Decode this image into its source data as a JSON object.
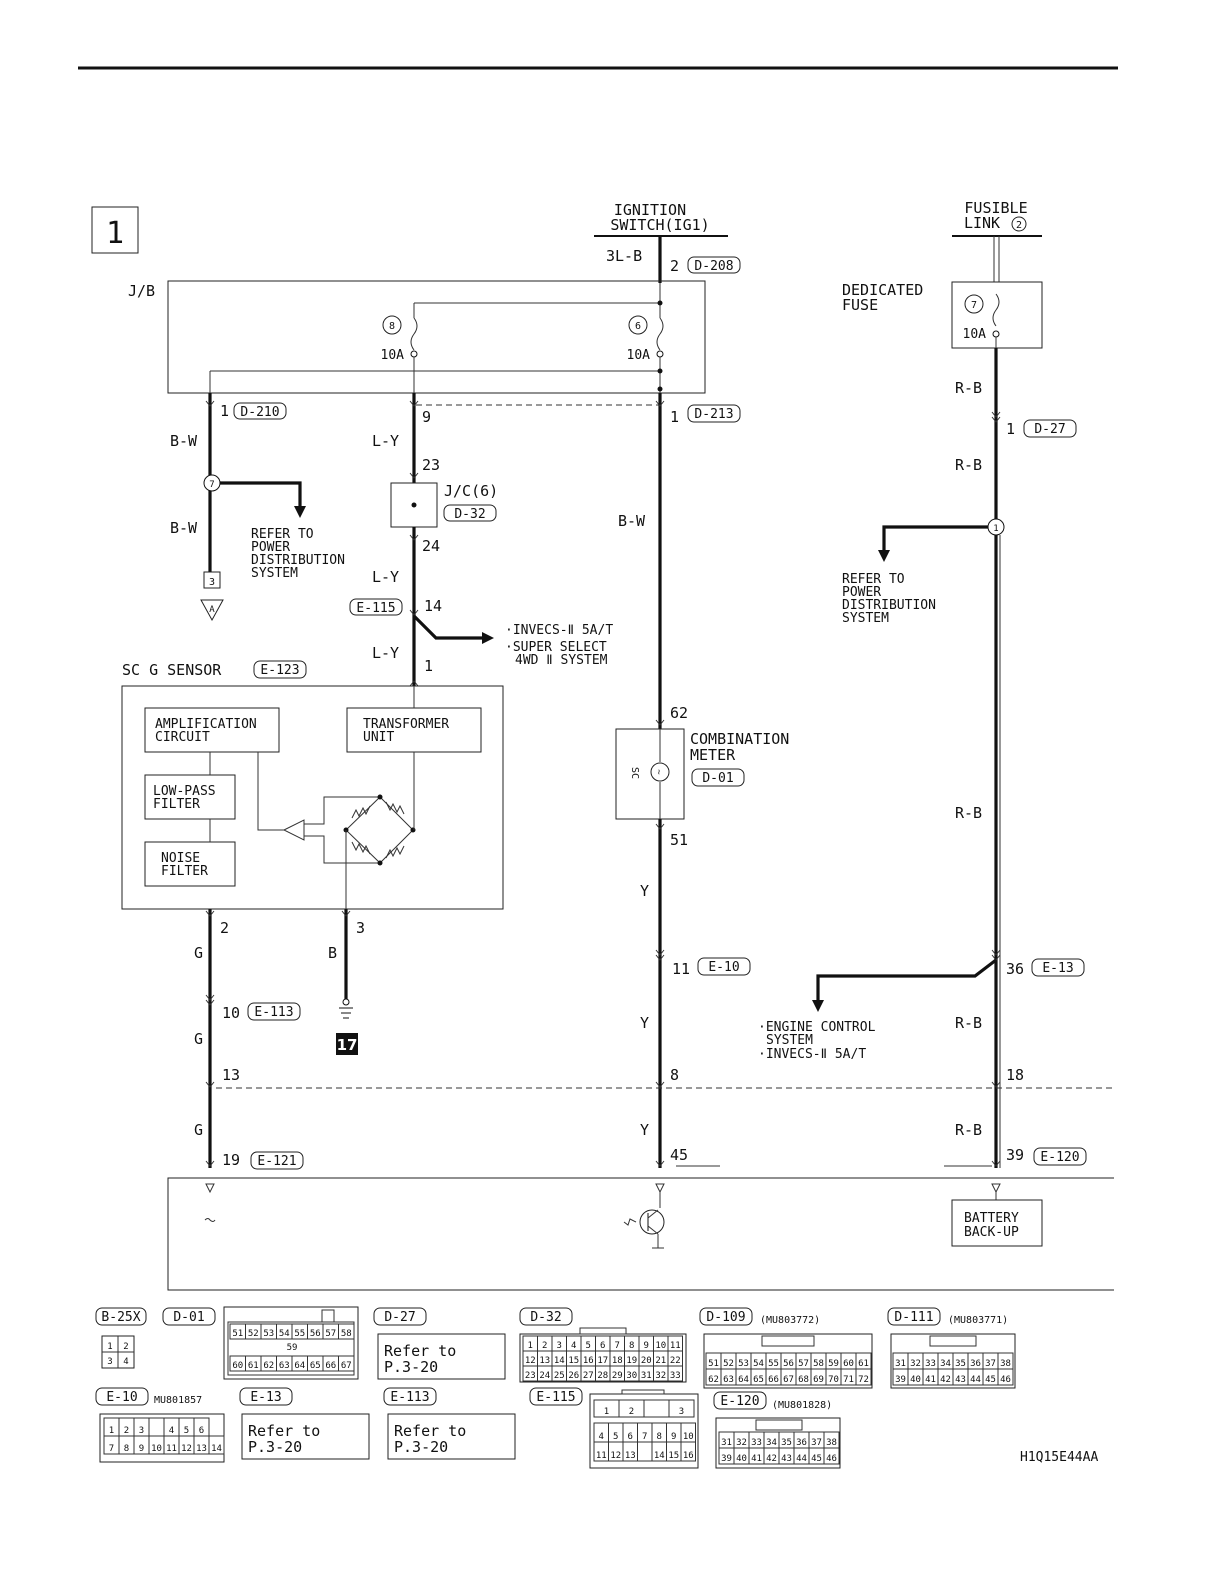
{
  "page_number": "1",
  "drawing_id": "H1Q15E44AA",
  "sources": {
    "ignition": {
      "line1": "IGNITION",
      "line2": "SWITCH(IG1)",
      "wire": "3L-B",
      "pin": "2",
      "conn": "D-208"
    },
    "fusible": {
      "line1": "FUSIBLE",
      "line2": "LINK",
      "link_no": "2"
    }
  },
  "jb": {
    "label": "J/B",
    "fuse_a": {
      "no": "8",
      "rating": "10A"
    },
    "fuse_b": {
      "no": "6",
      "rating": "10A"
    }
  },
  "dedicated_fuse": {
    "line1": "DEDICATED",
    "line2": "FUSE",
    "no": "7",
    "rating": "10A"
  },
  "column1": {
    "pin1": "1",
    "conn1": "D-210",
    "wire1": "B-W",
    "splice": "7",
    "wire2": "B-W",
    "ground_no": "3",
    "ground_letter": "A",
    "refer": [
      "REFER TO",
      "POWER",
      "DISTRIBUTION",
      "SYSTEM"
    ]
  },
  "column2": {
    "pin9": "9",
    "wire1": "L-Y",
    "pin23": "23",
    "jc_label": "J/C(6)",
    "jc_conn": "D-32",
    "pin24": "24",
    "wire2": "L-Y",
    "e115": "E-115",
    "pin14": "14",
    "refer": [
      "·INVECS-Ⅱ 5A/T",
      "·SUPER SELECT",
      "4WD Ⅱ SYSTEM"
    ],
    "wire3": "L-Y",
    "pin1": "1"
  },
  "sensor": {
    "title": "SC G SENSOR",
    "conn": "E-123",
    "amp": [
      "AMPLIFICATION",
      "CIRCUIT"
    ],
    "trans": [
      "TRANSFORMER",
      "UNIT"
    ],
    "lpf": [
      "LOW-PASS",
      "FILTER"
    ],
    "noise": [
      "NOISE",
      "FILTER"
    ],
    "pin2": "2",
    "pin3": "3",
    "wire_b": "B",
    "ground_badge": "17"
  },
  "column_g": {
    "wire": "G",
    "pin10": "10",
    "conn10": "E-113",
    "pin13": "13",
    "pin19": "19",
    "conn19": "E-121"
  },
  "column3": {
    "pin1": "1",
    "conn1": "D-213",
    "wire1": "B-W",
    "pin62": "62",
    "meter": [
      "COMBINATION",
      "METER"
    ],
    "meter_conn": "D-01",
    "meter_sc": "SC",
    "pin51": "51",
    "wire_y": "Y",
    "pin11": "11",
    "conn11": "E-10",
    "pin8": "8",
    "pin45": "45"
  },
  "column4": {
    "wire": "R-B",
    "pin1": "1",
    "conn1": "D-27",
    "splice": "1",
    "refer": [
      "REFER TO",
      "POWER",
      "DISTRIBUTION",
      "SYSTEM"
    ],
    "pin36": "36",
    "conn36": "E-13",
    "refer2": [
      "·ENGINE CONTROL",
      "SYSTEM",
      "·INVECS-Ⅱ 5A/T"
    ],
    "pin18": "18",
    "pin39": "39",
    "conn39": "E-120",
    "battery": [
      "BATTERY",
      "BACK-UP"
    ]
  },
  "connectors": {
    "b25x": {
      "label": "B-25X",
      "pins": [
        "1",
        "2",
        "3",
        "4"
      ]
    },
    "d01": {
      "label": "D-01",
      "row1": [
        "51",
        "52",
        "53",
        "54",
        "55",
        "56",
        "57",
        "58"
      ],
      "mid": "59",
      "row2": [
        "60",
        "61",
        "62",
        "63",
        "64",
        "65",
        "66",
        "67"
      ]
    },
    "d27": {
      "label": "D-27",
      "refer": "Refer to",
      "page": "P.3-20"
    },
    "d32": {
      "label": "D-32",
      "row1": [
        "1",
        "2",
        "3",
        "4",
        "5",
        "6",
        "7",
        "8",
        "9",
        "10",
        "11"
      ],
      "row2": [
        "12",
        "13",
        "14",
        "15",
        "16",
        "17",
        "18",
        "19",
        "20",
        "21",
        "22"
      ],
      "row3": [
        "23",
        "24",
        "25",
        "26",
        "27",
        "28",
        "29",
        "30",
        "31",
        "32",
        "33"
      ]
    },
    "d109": {
      "label": "D-109",
      "part": "(MU803772)",
      "row1": [
        "51",
        "52",
        "53",
        "54",
        "55",
        "56",
        "57",
        "58",
        "59",
        "60",
        "61"
      ],
      "row2": [
        "62",
        "63",
        "64",
        "65",
        "66",
        "67",
        "68",
        "69",
        "70",
        "71",
        "72"
      ]
    },
    "d111": {
      "label": "D-111",
      "part": "(MU803771)",
      "row1": [
        "31",
        "32",
        "33",
        "34",
        "35",
        "36",
        "37",
        "38"
      ],
      "row2": [
        "39",
        "40",
        "41",
        "42",
        "43",
        "44",
        "45",
        "46"
      ]
    },
    "e10": {
      "label": "E-10",
      "part": "MU801857",
      "row1": [
        "1",
        "2",
        "3",
        "",
        "4",
        "5",
        "6"
      ],
      "row2": [
        "7",
        "8",
        "9",
        "10",
        "11",
        "12",
        "13",
        "14"
      ]
    },
    "e13": {
      "label": "E-13",
      "refer": "Refer to",
      "page": "P.3-20"
    },
    "e113": {
      "label": "E-113",
      "refer": "Refer to",
      "page": "P.3-20"
    },
    "e115": {
      "label": "E-115",
      "row1": [
        "1",
        "2",
        "",
        "3"
      ],
      "row2": [
        "4",
        "5",
        "6",
        "7",
        "8",
        "9",
        "10"
      ],
      "row3": [
        "11",
        "12",
        "13",
        "",
        "14",
        "15",
        "16"
      ]
    },
    "e120": {
      "label": "E-120",
      "part": "(MU801828)",
      "row1": [
        "31",
        "32",
        "33",
        "34",
        "35",
        "36",
        "37",
        "38"
      ],
      "row2": [
        "39",
        "40",
        "41",
        "42",
        "43",
        "44",
        "45",
        "46"
      ]
    }
  }
}
